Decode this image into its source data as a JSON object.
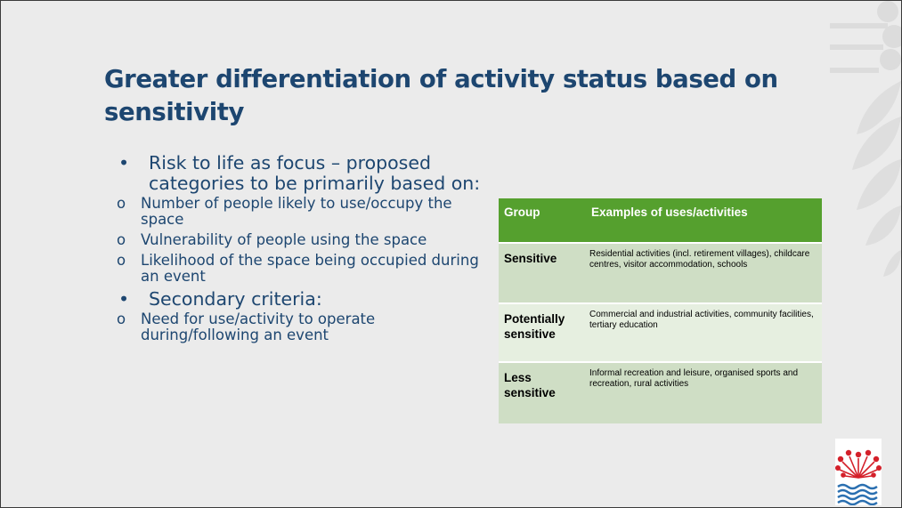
{
  "slide": {
    "title": "Greater differentiation of activity status based on sensitivity",
    "bullets": [
      {
        "marker": "•",
        "text": "Risk to life as focus – proposed categories to be primarily based on:",
        "sub": [
          {
            "marker": "o",
            "text": "Number of people likely to use/occupy the space"
          },
          {
            "marker": "o",
            "text": "Vulnerability of people using the space"
          },
          {
            "marker": "o",
            "text": "Likelihood of the space being occupied during an event"
          }
        ]
      },
      {
        "marker": "•",
        "text": "Secondary criteria:",
        "sub": [
          {
            "marker": "o",
            "text": "Need for use/activity to operate during/following an event"
          }
        ]
      }
    ],
    "table": {
      "headers": [
        "Group",
        "Examples of uses/activities"
      ],
      "rows": [
        {
          "group": "Sensitive",
          "examples": "Residential activities (incl. retirement villages), childcare centres, visitor accommodation, schools"
        },
        {
          "group": "Potentially sensitive",
          "examples": "Commercial and industrial activities, community facilities, tertiary education"
        },
        {
          "group": "Less sensitive",
          "examples": "Informal recreation and leisure, organised sports and recreation, rural activities"
        }
      ]
    }
  },
  "colors": {
    "title": "#1d4670",
    "header_bg": "#55a02e",
    "row_dark": "#cfdec5",
    "row_light": "#e6efe0",
    "logo_flower": "#d4202a",
    "logo_water": "#2a6fb0"
  },
  "icons": {
    "decoration": "leaf-circle-pattern",
    "logo": "pohutukawa-flower-water-logo"
  }
}
